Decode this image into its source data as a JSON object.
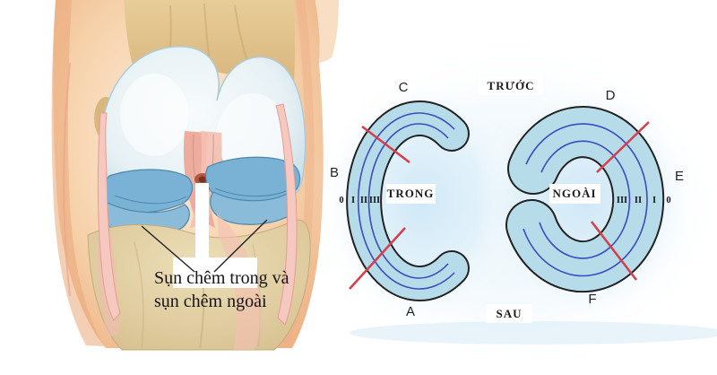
{
  "knee_panel": {
    "caption_line1": "Sụn chêm trong và",
    "caption_line2": "sụn chêm ngoài",
    "colors": {
      "meniscus_blue": "#79b2d4"
    }
  },
  "zone_diagram": {
    "anterior_label": "TRƯỚC",
    "posterior_label": "SAU",
    "medial_label": "TRONG",
    "lateral_label": "NGOÀI",
    "points": {
      "a": "A",
      "b": "B",
      "c": "C",
      "d": "D",
      "e": "E",
      "f": "F"
    },
    "medial_zones": [
      "0",
      "I",
      "II",
      "III"
    ],
    "lateral_zones": [
      "III",
      "II",
      "I",
      "0"
    ],
    "colors": {
      "meniscus_fill": "#b7dce9",
      "meniscus_outline": "#222222",
      "zone_line_color": "#3a4cc0",
      "tear_line_color": "#d4404d",
      "glow_blue": "#cde7f6"
    }
  }
}
